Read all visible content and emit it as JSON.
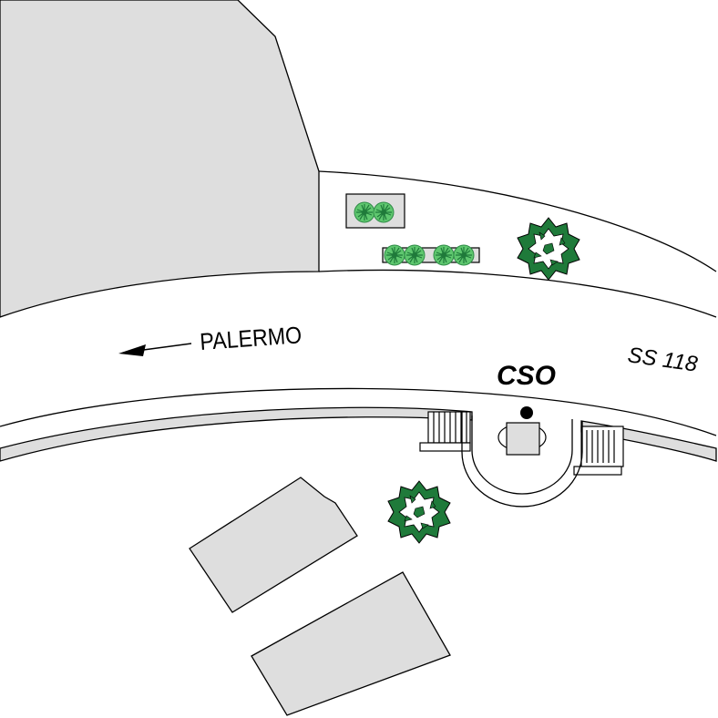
{
  "map": {
    "direction_label": "PALERMO",
    "road_label": "SS 118",
    "station_label": "CSO",
    "colors": {
      "building_fill": "#dedede",
      "bush_light": "#5fc76f",
      "bush_dark": "#1f7a3a",
      "outline": "#000000",
      "background": "#ffffff"
    },
    "icons": [
      "arrow-left-icon",
      "station-marker-icon",
      "tree-icon",
      "bush-icon"
    ]
  }
}
